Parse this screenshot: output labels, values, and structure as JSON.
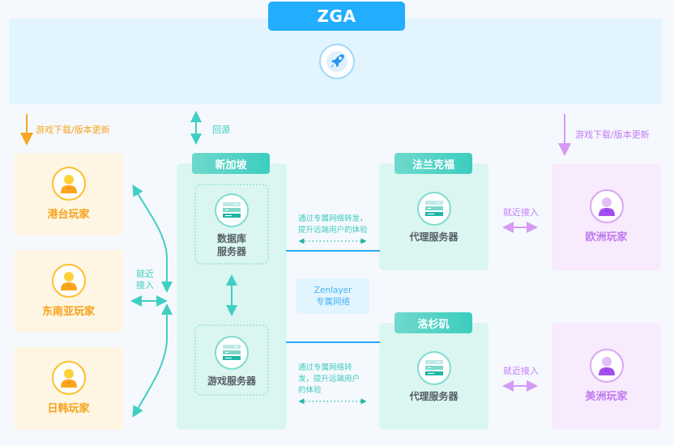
{
  "title": "ZGA",
  "icons": {
    "center": "rocket-icon",
    "player": "user-icon",
    "server": "server-icon"
  },
  "colors": {
    "primary_blue": "#22adfe",
    "teal": "#3fc9bd",
    "orange": "#f5a623",
    "purple": "#c27cf2",
    "network_line": "#2aa9f5"
  },
  "annotations": {
    "left_download": "游戏下载/版本更新",
    "origin_pull": "回源",
    "right_download": "游戏下载/版本更新",
    "nearby_access_left": [
      "就近",
      "接入"
    ],
    "nearby_access_right_top": "就近接入",
    "nearby_access_right_bottom": "就近接入"
  },
  "players_left": [
    {
      "label": "港台玩家"
    },
    {
      "label": "东南亚玩家"
    },
    {
      "label": "日韩玩家"
    }
  ],
  "players_right": [
    {
      "label": "欧洲玩家"
    },
    {
      "label": "美洲玩家"
    }
  ],
  "singapore": {
    "tag": "新加坡",
    "db_server": [
      "数据库",
      "服务器"
    ],
    "game_server": "游戏服务器"
  },
  "frankfurt": {
    "tag": "法兰克福",
    "server": "代理服务器"
  },
  "losangeles": {
    "tag": "洛杉矶",
    "server": "代理服务器"
  },
  "forward_top": [
    "通过专属网络转发，",
    "提升远端用户的体验"
  ],
  "forward_bottom": [
    "通过专属网络转",
    "发，提升远端用户",
    "的体验"
  ],
  "zenlayer": [
    "Zenlayer",
    "专属网络"
  ]
}
